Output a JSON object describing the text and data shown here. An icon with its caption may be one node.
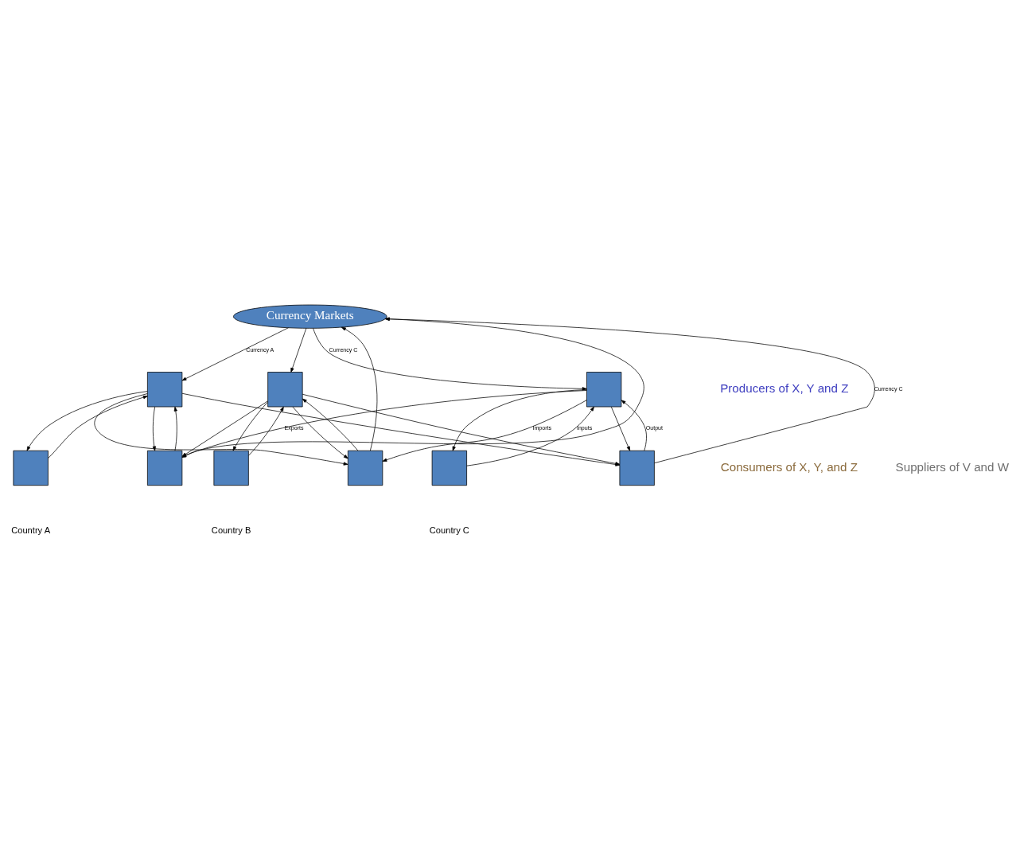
{
  "diagram": {
    "nodes": [
      {
        "text": [
          "Currency Markets"
        ]
      },
      {
        "text": [],
        "shape": "box"
      },
      {
        "text": [],
        "shape": "box"
      },
      {
        "text": [],
        "shape": "box"
      },
      {
        "text": [],
        "shape": "box"
      },
      {
        "text": [],
        "shape": "box"
      },
      {
        "text": [],
        "shape": "box"
      },
      {
        "text": [],
        "shape": "box"
      },
      {
        "text": [],
        "shape": "box"
      },
      {
        "text": [],
        "shape": "box"
      }
    ],
    "edges": [
      {
        "from": 1,
        "to": 0,
        "arrow": "to"
      },
      {
        "from": 0,
        "to": 4,
        "arrow": "to",
        "label": "Currency A"
      },
      {
        "from": 2,
        "to": 0,
        "arrow": "to"
      },
      {
        "from": 0,
        "to": 5,
        "arrow": "to"
      },
      {
        "from": 0,
        "to": 6,
        "arrow": "to",
        "label": "Currency C"
      },
      {
        "from": 3,
        "to": 0,
        "arrow": "to",
        "label": "Currency C"
      },
      {
        "from": 1,
        "to": 4,
        "arrow": "to"
      },
      {
        "from": 4,
        "to": 1,
        "arrow": "to"
      },
      {
        "from": 5,
        "to": 2,
        "arrow": "to"
      },
      {
        "from": 2,
        "to": 5,
        "arrow": "to"
      },
      {
        "from": 6,
        "to": 3,
        "arrow": "to"
      },
      {
        "from": 3,
        "to": 6,
        "arrow": "to",
        "label": "Output"
      },
      {
        "from": 4,
        "to": 2,
        "arrow": "to"
      },
      {
        "from": 4,
        "to": 3,
        "arrow": "to"
      },
      {
        "from": 5,
        "to": 1,
        "arrow": "to"
      },
      {
        "from": 5,
        "to": 3,
        "arrow": "to"
      },
      {
        "from": 6,
        "to": 1,
        "arrow": "to",
        "label": "Exports"
      },
      {
        "from": 6,
        "to": 2,
        "arrow": "to",
        "label": "Imports"
      },
      {
        "from": 4,
        "to": 7,
        "arrow": "to"
      },
      {
        "from": 7,
        "to": 4,
        "arrow": "to"
      },
      {
        "from": 8,
        "to": 5,
        "arrow": "to"
      },
      {
        "from": 5,
        "to": 8,
        "arrow": "to"
      },
      {
        "from": 9,
        "to": 6,
        "arrow": "to",
        "label": "Inputs"
      },
      {
        "from": 6,
        "to": 9,
        "arrow": "to"
      }
    ],
    "labels": [
      "Consumers of X, Y, and Z",
      "Producers of X, Y and Z",
      "Suppliers of V and W",
      "Country A",
      "Country B",
      "Country C"
    ]
  }
}
